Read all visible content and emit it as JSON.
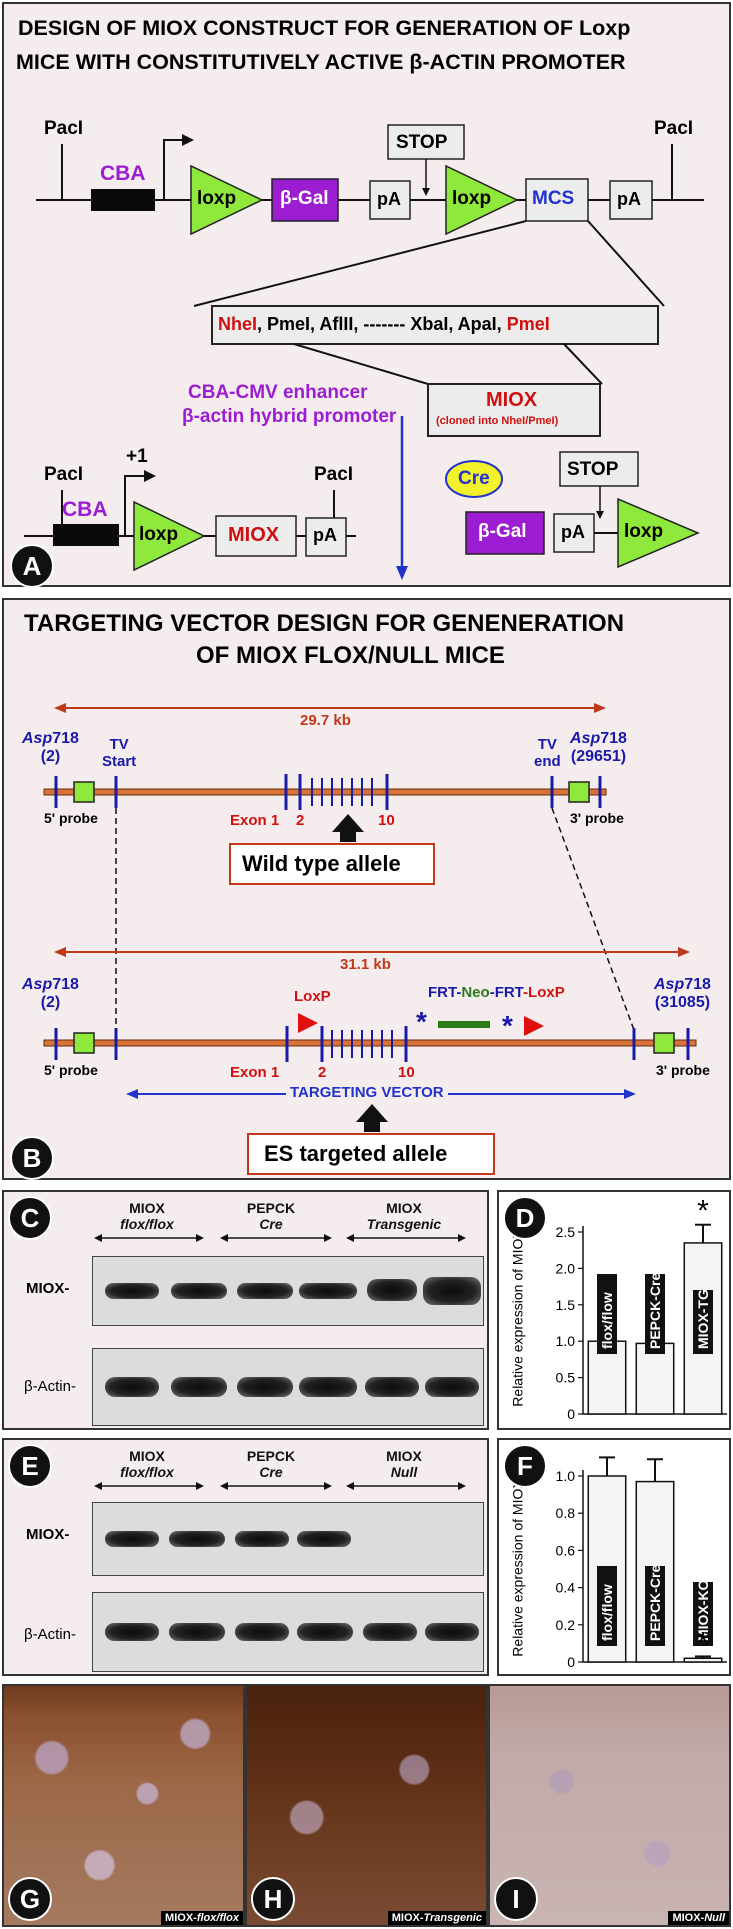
{
  "panel_a": {
    "badge": "A",
    "title1": "DESIGN OF MIOX CONSTRUCT FOR GENERATION OF Loxp",
    "title2": "MICE WITH CONSTITUTIVELY ACTIVE β-ACTIN PROMOTER",
    "paci": "PacI",
    "cba": "CBA",
    "loxp": "loxp",
    "bgal": "β-Gal",
    "pa": "pA",
    "stop": "STOP",
    "mcs": "MCS",
    "sites": [
      "NheI",
      ", PmeI, AflII, ------- XbaI, ApaI, ",
      "PmeI"
    ],
    "promoter1": "CBA-CMV enhancer",
    "promoter2": "β-actin hybrid promoter",
    "miox": "MIOX",
    "miox_note": "(cloned into NheI/PmeI)",
    "cre": "Cre",
    "plus1": "+1"
  },
  "panel_b": {
    "badge": "B",
    "title1": "TARGETING VECTOR DESIGN FOR  GENENERATION",
    "title2": "OF MIOX FLOX/NULL MICE",
    "wt_length": "29.7 kb",
    "tg_length": "31.1 kb",
    "asp": "Asp",
    "asp_num": "718",
    "site_left": "(2)",
    "site_right_wt": "(29651)",
    "site_right_tg": "(31085)",
    "tv_start": [
      "TV",
      "Start"
    ],
    "tv_end": [
      "TV",
      "end"
    ],
    "probe5": "5' probe",
    "probe3": "3' probe",
    "exon1": "Exon 1",
    "exon2": "2",
    "exon10": "10",
    "wt_allele": "Wild type allele",
    "loxp": "LoxP",
    "frt_neo": [
      "FRT",
      "-",
      "Neo",
      "-",
      "FRT",
      "-",
      "LoxP"
    ],
    "targeting_vector": "TARGETING VECTOR",
    "es_allele": "ES targeted allele"
  },
  "panel_c": {
    "badge": "C",
    "groups": [
      [
        "MIOX",
        "flox/flox"
      ],
      [
        "PEPCK",
        "Cre"
      ],
      [
        "MIOX",
        "Transgenic"
      ]
    ],
    "row1": "MIOX-",
    "row2": "β-Actin-"
  },
  "panel_d": {
    "badge": "D",
    "ylabel": "Relative expression of MIOX",
    "chart_data": {
      "type": "bar",
      "categories": [
        "flox/flow",
        "PEPCK-Cre",
        "MIOX-TG"
      ],
      "values": [
        1.0,
        0.97,
        2.35
      ],
      "errors": [
        0.1,
        0.1,
        0.25
      ],
      "significant": [
        false,
        false,
        true
      ],
      "ylim": [
        0,
        2.5
      ],
      "yticks": [
        "0",
        "0.5",
        "1.0",
        "1.5",
        "2.0",
        "2.5"
      ],
      "star": "*"
    }
  },
  "panel_e": {
    "badge": "E",
    "groups": [
      [
        "MIOX",
        "flox/flox"
      ],
      [
        "PEPCK",
        "Cre"
      ],
      [
        "MIOX",
        "Null"
      ]
    ],
    "row1": "MIOX-",
    "row2": "β-Actin-"
  },
  "panel_f": {
    "badge": "F",
    "ylabel": "Relative expression of MIOX",
    "chart_data": {
      "type": "bar",
      "categories": [
        "flox/flow",
        "PEPCK-Cre",
        "MIOX-KO"
      ],
      "values": [
        1.0,
        0.97,
        0.02
      ],
      "errors": [
        0.1,
        0.12,
        0.01
      ],
      "significant": [
        false,
        false,
        true
      ],
      "ylim": [
        0,
        1.0
      ],
      "yticks": [
        "0",
        "0.2",
        "0.4",
        "0.6",
        "0.8",
        "1.0"
      ],
      "star": "*"
    }
  },
  "micrographs": [
    {
      "badge": "G",
      "prefix": "MIOX-",
      "label": "flox/flox"
    },
    {
      "badge": "H",
      "prefix": "MIOX-",
      "label": "Transgenic"
    },
    {
      "badge": "I",
      "prefix": "MIOX-",
      "label": "Null"
    }
  ],
  "colors": {
    "green": "#8fe93d",
    "purple": "#9c1dd1",
    "red": "#d01010",
    "blue": "#2233cc",
    "darkred": "#c0391b",
    "navy": "#1a1aa8",
    "yellow": "#f2f22a"
  }
}
